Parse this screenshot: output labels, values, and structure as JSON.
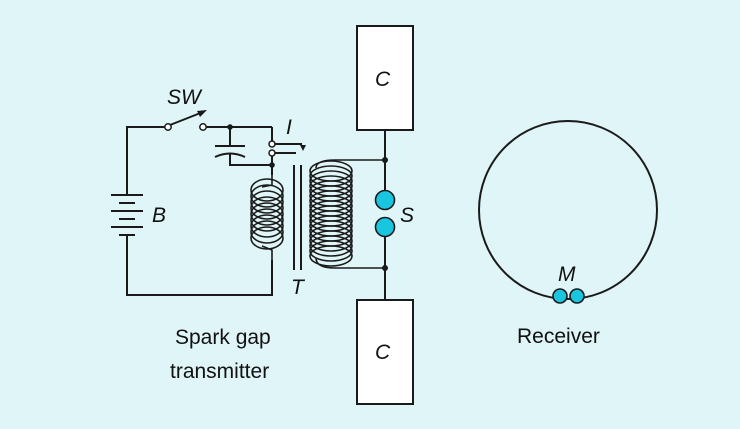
{
  "labels": {
    "switch": "SW",
    "interrupter": "I",
    "battery": "B",
    "transformer": "T",
    "spark_gap": "S",
    "capacitor_top": "C",
    "capacitor_bottom": "C",
    "receiver_gap": "M"
  },
  "captions": {
    "transmitter_line1": "Spark gap",
    "transmitter_line2": "transmitter",
    "receiver": "Receiver"
  },
  "colors": {
    "background": "#dff5f7",
    "spark_ball": "#19c6e0",
    "wire": "#1a1a1a",
    "capacitor_plate": "#ffffff"
  }
}
